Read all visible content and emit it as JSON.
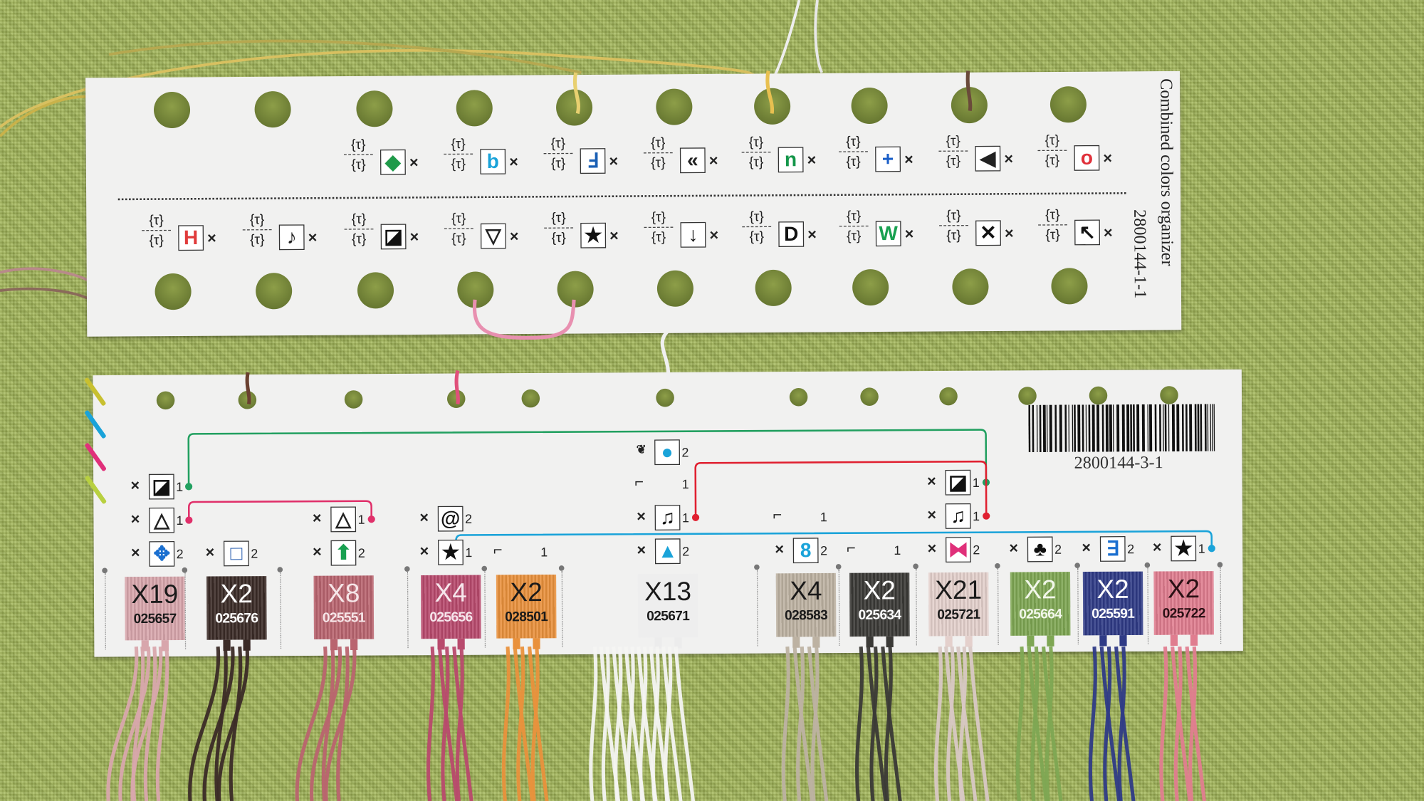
{
  "top_card": {
    "title": "Combined colors organizer",
    "code": "2800144-1-1",
    "fraction": "{τ}",
    "times": "×",
    "row1": [
      {
        "col": 2,
        "glyph": "◆",
        "color": "#1f9a4a",
        "name": "diamond"
      },
      {
        "col": 3,
        "glyph": "b",
        "color": "#1aa3d9",
        "name": "letter-b"
      },
      {
        "col": 4,
        "glyph": "Ⅎ",
        "color": "#1a5fb4",
        "name": "turned-f"
      },
      {
        "col": 5,
        "glyph": "«",
        "color": "#222222",
        "name": "double-chevron-left"
      },
      {
        "col": 6,
        "glyph": "n",
        "color": "#14964a",
        "name": "letter-n"
      },
      {
        "col": 7,
        "glyph": "+",
        "color": "#1a5fc8",
        "name": "plus"
      },
      {
        "col": 8,
        "glyph": "◀",
        "color": "#222222",
        "name": "arrowhead-left"
      },
      {
        "col": 9,
        "glyph": "o",
        "color": "#e0303a",
        "name": "letter-o"
      }
    ],
    "row2": [
      {
        "col": 0,
        "glyph": "H",
        "color": "#e03a3a",
        "name": "letter-h"
      },
      {
        "col": 1,
        "glyph": "♪",
        "color": "#222222",
        "name": "music-note"
      },
      {
        "col": 2,
        "glyph": "◪",
        "color": "#111111",
        "name": "half-square"
      },
      {
        "col": 3,
        "glyph": "▽",
        "color": "#222222",
        "name": "triangle-down"
      },
      {
        "col": 4,
        "glyph": "★",
        "color": "#111111",
        "name": "star"
      },
      {
        "col": 5,
        "glyph": "↓",
        "color": "#111111",
        "name": "arrow-down"
      },
      {
        "col": 6,
        "glyph": "D",
        "color": "#111111",
        "name": "letter-d"
      },
      {
        "col": 7,
        "glyph": "W",
        "color": "#18a050",
        "name": "letter-w"
      },
      {
        "col": 8,
        "glyph": "✕",
        "color": "#111111",
        "name": "cross"
      },
      {
        "col": 9,
        "glyph": "↖",
        "color": "#111111",
        "name": "arrow-up-left"
      }
    ]
  },
  "bottom_card": {
    "code": "2800144-3-1",
    "times": "×",
    "skeins": [
      {
        "qty": "X19",
        "code": "025657",
        "bg": "#d8a6ac",
        "fg": "#1a1a1a"
      },
      {
        "qty": "X2",
        "code": "025676",
        "bg": "#3b2b27",
        "fg": "#ffffff"
      },
      {
        "qty": "X8",
        "code": "025551",
        "bg": "#b9646f",
        "fg": "#f6e6e8"
      },
      {
        "qty": "X4",
        "code": "025656",
        "bg": "#b84a6d",
        "fg": "#f6e6ec"
      },
      {
        "qty": "X2",
        "code": "028501",
        "bg": "#e9913c",
        "fg": "#1a1a1a"
      },
      {
        "qty": "X13",
        "code": "025671",
        "bg": "#ececec",
        "fg": "#1a1a1a"
      },
      {
        "qty": "X4",
        "code": "028583",
        "bg": "#bdb2a2",
        "fg": "#1a1a1a"
      },
      {
        "qty": "X2",
        "code": "025634",
        "bg": "#3a3936",
        "fg": "#ffffff"
      },
      {
        "qty": "X21",
        "code": "025721",
        "bg": "#e4d0cc",
        "fg": "#1a1a1a"
      },
      {
        "qty": "X2",
        "code": "025664",
        "bg": "#7ea653",
        "fg": "#f2f7ea"
      },
      {
        "qty": "X2",
        "code": "025591",
        "bg": "#2f3b86",
        "fg": "#ffffff"
      },
      {
        "qty": "X2",
        "code": "025722",
        "bg": "#e07d8f",
        "fg": "#2a1014"
      }
    ],
    "symbols": [
      {
        "col": 0,
        "row": 1,
        "type": "cross",
        "glyph": "◪",
        "color": "#111111",
        "count": "1",
        "name": "half-square"
      },
      {
        "col": 0,
        "row": 2,
        "type": "cross",
        "glyph": "△",
        "color": "#222222",
        "count": "1",
        "name": "triangle"
      },
      {
        "col": 0,
        "row": 3,
        "type": "cross",
        "glyph": "✥",
        "color": "#1a6fd0",
        "count": "2",
        "name": "diamond-cluster"
      },
      {
        "col": 1,
        "row": 3,
        "type": "cross",
        "glyph": "□",
        "color": "#2a5fb0",
        "count": "2",
        "name": "square"
      },
      {
        "col": 2,
        "row": 2,
        "type": "cross",
        "glyph": "△",
        "color": "#222222",
        "count": "1",
        "name": "triangle"
      },
      {
        "col": 2,
        "row": 3,
        "type": "cross",
        "glyph": "⬆",
        "color": "#18a050",
        "count": "2",
        "name": "arrow-up"
      },
      {
        "col": 3,
        "row": 2,
        "type": "cross",
        "glyph": "@",
        "color": "#111111",
        "count": "2",
        "name": "at-sign"
      },
      {
        "col": 3,
        "row": 3,
        "type": "cross",
        "glyph": "★",
        "color": "#111111",
        "count": "1",
        "name": "star"
      },
      {
        "col": 4,
        "row": 3,
        "type": "back",
        "color": "#c8c030",
        "count": "1",
        "name": "backstitch"
      },
      {
        "col": 5,
        "row": 0,
        "type": "knot",
        "glyph": "●",
        "color": "#1aa3d9",
        "count": "2",
        "name": "french-knot"
      },
      {
        "col": 5,
        "row": 1,
        "type": "back",
        "color": "#1aa3d9",
        "count": "1",
        "name": "backstitch"
      },
      {
        "col": 5,
        "row": 2,
        "type": "cross",
        "glyph": "♫",
        "color": "#111111",
        "count": "1",
        "name": "music-notes"
      },
      {
        "col": 5,
        "row": 3,
        "type": "cross",
        "glyph": "▲",
        "color": "#1aa3d9",
        "count": "2",
        "name": "triangle-filled"
      },
      {
        "col": 6,
        "row": 2,
        "type": "back",
        "color": "#e0307a",
        "count": "1",
        "name": "backstitch"
      },
      {
        "col": 6,
        "row": 3,
        "type": "cross",
        "glyph": "8",
        "color": "#1aa3d9",
        "count": "2",
        "name": "figure-eight"
      },
      {
        "col": 7,
        "row": 3,
        "type": "back",
        "color": "#b8d040",
        "count": "1",
        "name": "backstitch"
      },
      {
        "col": 8,
        "row": 1,
        "type": "cross",
        "glyph": "◪",
        "color": "#111111",
        "count": "1",
        "name": "half-square"
      },
      {
        "col": 8,
        "row": 2,
        "type": "cross",
        "glyph": "♫",
        "color": "#111111",
        "count": "1",
        "name": "music-notes"
      },
      {
        "col": 8,
        "row": 3,
        "type": "cross",
        "glyph": "⧓",
        "color": "#e0307a",
        "count": "2",
        "name": "bowtie"
      },
      {
        "col": 9,
        "row": 3,
        "type": "cross",
        "glyph": "♣",
        "color": "#111111",
        "count": "2",
        "name": "club"
      },
      {
        "col": 10,
        "row": 3,
        "type": "cross",
        "glyph": "∃",
        "color": "#1a6fd0",
        "count": "2",
        "name": "reversed-e"
      },
      {
        "col": 11,
        "row": 3,
        "type": "cross",
        "glyph": "★",
        "color": "#111111",
        "count": "1",
        "name": "star"
      }
    ],
    "blends": [
      {
        "color": "#22a060",
        "from": 0,
        "to": 8,
        "row": 1
      },
      {
        "color": "#e0306a",
        "from": 0,
        "to": 2,
        "row": 2
      },
      {
        "color": "#e02030",
        "from": 5,
        "to": 8,
        "row": 2
      },
      {
        "color": "#1aa3d9",
        "from": 3,
        "to": 11,
        "row": 3
      }
    ]
  }
}
